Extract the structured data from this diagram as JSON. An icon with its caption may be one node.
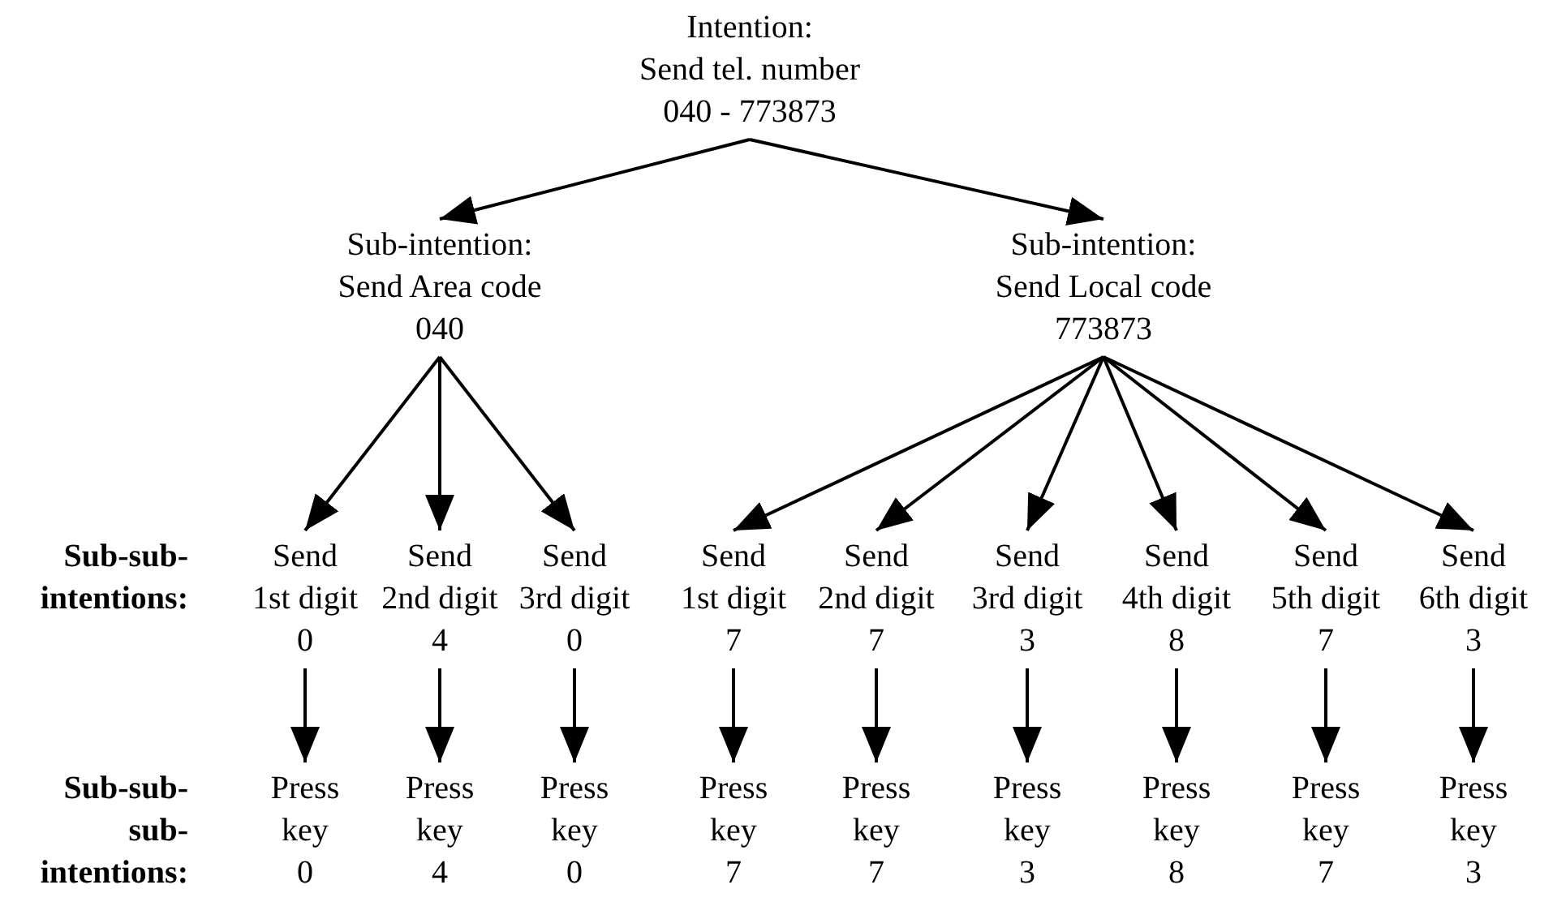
{
  "diagram": {
    "nodes": [
      {
        "text": [
          "Intention:",
          "Send tel. number",
          "040 - 773873"
        ]
      },
      {
        "text": [
          "Sub-intention:",
          "Send Area code",
          "040"
        ]
      },
      {
        "text": [
          "Sub-intention:",
          "Send Local code",
          "773873"
        ]
      },
      {
        "text": [
          "Send",
          "1st digit",
          "0"
        ]
      },
      {
        "text": [
          "Send",
          "2nd digit",
          "4"
        ]
      },
      {
        "text": [
          "Send",
          "3rd digit",
          "0"
        ]
      },
      {
        "text": [
          "Send",
          "1st digit",
          "7"
        ]
      },
      {
        "text": [
          "Send",
          "2nd digit",
          "7"
        ]
      },
      {
        "text": [
          "Send",
          "3rd digit",
          "3"
        ]
      },
      {
        "text": [
          "Send",
          "4th digit",
          "8"
        ]
      },
      {
        "text": [
          "Send",
          "5th digit",
          "7"
        ]
      },
      {
        "text": [
          "Send",
          "6th digit",
          "3"
        ]
      },
      {
        "text": [
          "Press",
          "key",
          "0"
        ]
      },
      {
        "text": [
          "Press",
          "key",
          "4"
        ]
      },
      {
        "text": [
          "Press",
          "key",
          "0"
        ]
      },
      {
        "text": [
          "Press",
          "key",
          "7"
        ]
      },
      {
        "text": [
          "Press",
          "key",
          "7"
        ]
      },
      {
        "text": [
          "Press",
          "key",
          "3"
        ]
      },
      {
        "text": [
          "Press",
          "key",
          "8"
        ]
      },
      {
        "text": [
          "Press",
          "key",
          "7"
        ]
      },
      {
        "text": [
          "Press",
          "key",
          "3"
        ]
      }
    ],
    "edges": [
      {
        "from": 0,
        "to": 1,
        "arrow": "to"
      },
      {
        "from": 0,
        "to": 2,
        "arrow": "to"
      },
      {
        "from": 1,
        "to": 3,
        "arrow": "to"
      },
      {
        "from": 1,
        "to": 4,
        "arrow": "to"
      },
      {
        "from": 1,
        "to": 5,
        "arrow": "to"
      },
      {
        "from": 2,
        "to": 6,
        "arrow": "to"
      },
      {
        "from": 2,
        "to": 7,
        "arrow": "to"
      },
      {
        "from": 2,
        "to": 8,
        "arrow": "to"
      },
      {
        "from": 2,
        "to": 9,
        "arrow": "to"
      },
      {
        "from": 2,
        "to": 10,
        "arrow": "to"
      },
      {
        "from": 2,
        "to": 11,
        "arrow": "to"
      },
      {
        "from": 3,
        "to": 12,
        "arrow": "to"
      },
      {
        "from": 4,
        "to": 13,
        "arrow": "to"
      },
      {
        "from": 5,
        "to": 14,
        "arrow": "to"
      },
      {
        "from": 6,
        "to": 15,
        "arrow": "to"
      },
      {
        "from": 7,
        "to": 16,
        "arrow": "to"
      },
      {
        "from": 8,
        "to": 17,
        "arrow": "to"
      },
      {
        "from": 9,
        "to": 18,
        "arrow": "to"
      },
      {
        "from": 10,
        "to": 19,
        "arrow": "to"
      },
      {
        "from": 11,
        "to": 20,
        "arrow": "to"
      }
    ],
    "labels": [
      "Sub-sub- intentions:",
      "Sub-sub- sub- intentions:"
    ]
  }
}
